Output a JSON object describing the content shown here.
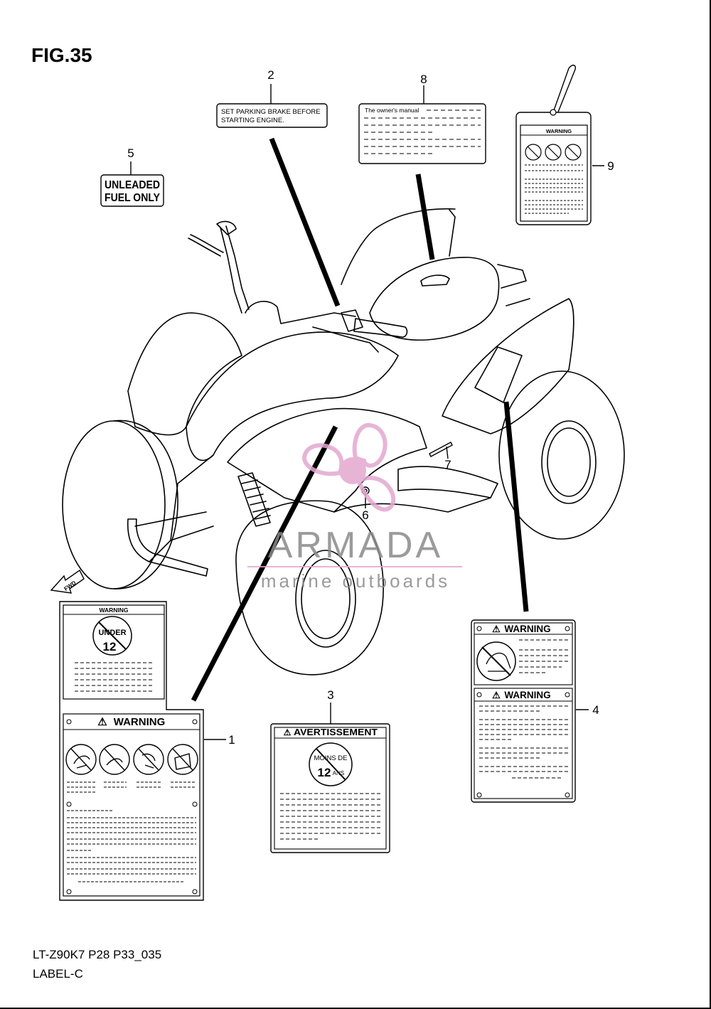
{
  "figure": {
    "title": "FIG.35",
    "code": "LT-Z90K7 P28 P33_035",
    "group": "LABEL-C"
  },
  "callouts": [
    "1",
    "2",
    "3",
    "4",
    "5",
    "6",
    "7",
    "8",
    "9"
  ],
  "labels": {
    "parking": [
      "SET PARKING BRAKE BEFORE",
      "STARTING ENGINE."
    ],
    "fuel": [
      "UNLEADED",
      "FUEL ONLY"
    ],
    "manual": "The owner's manual",
    "warning": "WARNING",
    "avertissement": "AVERTISSEMENT",
    "under": "UNDER",
    "age": "12",
    "moins_de": "MOINS DE",
    "ans": "ANS",
    "fwd": "FWD"
  },
  "watermark": {
    "brand": "ARMADA",
    "tagline": "marine outboards"
  },
  "colors": {
    "line": "#000000",
    "watermark_pink": "#e3a8cf",
    "watermark_gray": "#8a8a8a"
  }
}
